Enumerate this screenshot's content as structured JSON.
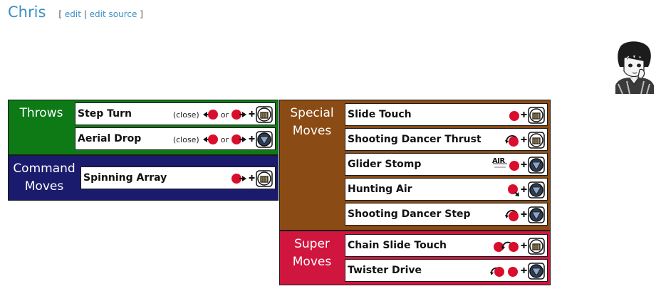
{
  "page": {
    "title": "Chris",
    "edit_links": {
      "open": "[",
      "edit": "edit",
      "sep": "|",
      "edit_source": "edit source",
      "close": "]"
    }
  },
  "colors": {
    "throws": "#0d7a16",
    "command": "#1b1b6e",
    "special": "#8a4b14",
    "super": "#d0163e",
    "button_red": "#d90e2c"
  },
  "sections": {
    "throws": {
      "label": "Throws",
      "moves": [
        {
          "name": "Step Turn",
          "close_text": "(close)",
          "or_text": "or",
          "button": "fist"
        },
        {
          "name": "Aerial Drop",
          "close_text": "(close)",
          "or_text": "or",
          "button": "kick"
        }
      ]
    },
    "command": {
      "label_line1": "Command",
      "label_line2": "Moves",
      "moves": [
        {
          "name": "Spinning Array",
          "button": "fist"
        }
      ]
    },
    "special": {
      "label_line1": "Special",
      "label_line2": "Moves",
      "moves": [
        {
          "name": "Slide Touch",
          "motion": "neutral",
          "button": "fist"
        },
        {
          "name": "Shooting Dancer Thrust",
          "motion": "half-circle",
          "button": "fist"
        },
        {
          "name": "Glider Stomp",
          "air_label": "AIR",
          "motion": "neutral",
          "button": "kick"
        },
        {
          "name": "Hunting Air",
          "motion": "down-arrow",
          "button": "kick"
        },
        {
          "name": "Shooting Dancer Step",
          "motion": "half-circle",
          "button": "kick"
        }
      ]
    },
    "super": {
      "label_line1": "Super",
      "label_line2": "Moves",
      "moves": [
        {
          "name": "Chain Slide Touch",
          "motion": "double-circle",
          "button": "fist"
        },
        {
          "name": "Twister Drive",
          "motion": "double-circle",
          "button": "kick"
        }
      ]
    }
  }
}
